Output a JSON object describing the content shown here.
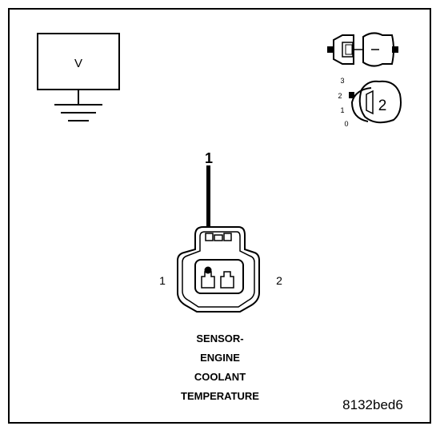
{
  "meter": {
    "symbol": "V"
  },
  "probe": {
    "pin_label": "1"
  },
  "connector": {
    "left_pin": "1",
    "right_pin": "2",
    "name_lines": [
      "SENSOR-",
      "ENGINE",
      "COOLANT",
      "TEMPERATURE"
    ]
  },
  "legend": {
    "scale_labels": [
      "3",
      "2",
      "1",
      "0"
    ],
    "position_number": "2"
  },
  "figure_id": "8132bed6"
}
